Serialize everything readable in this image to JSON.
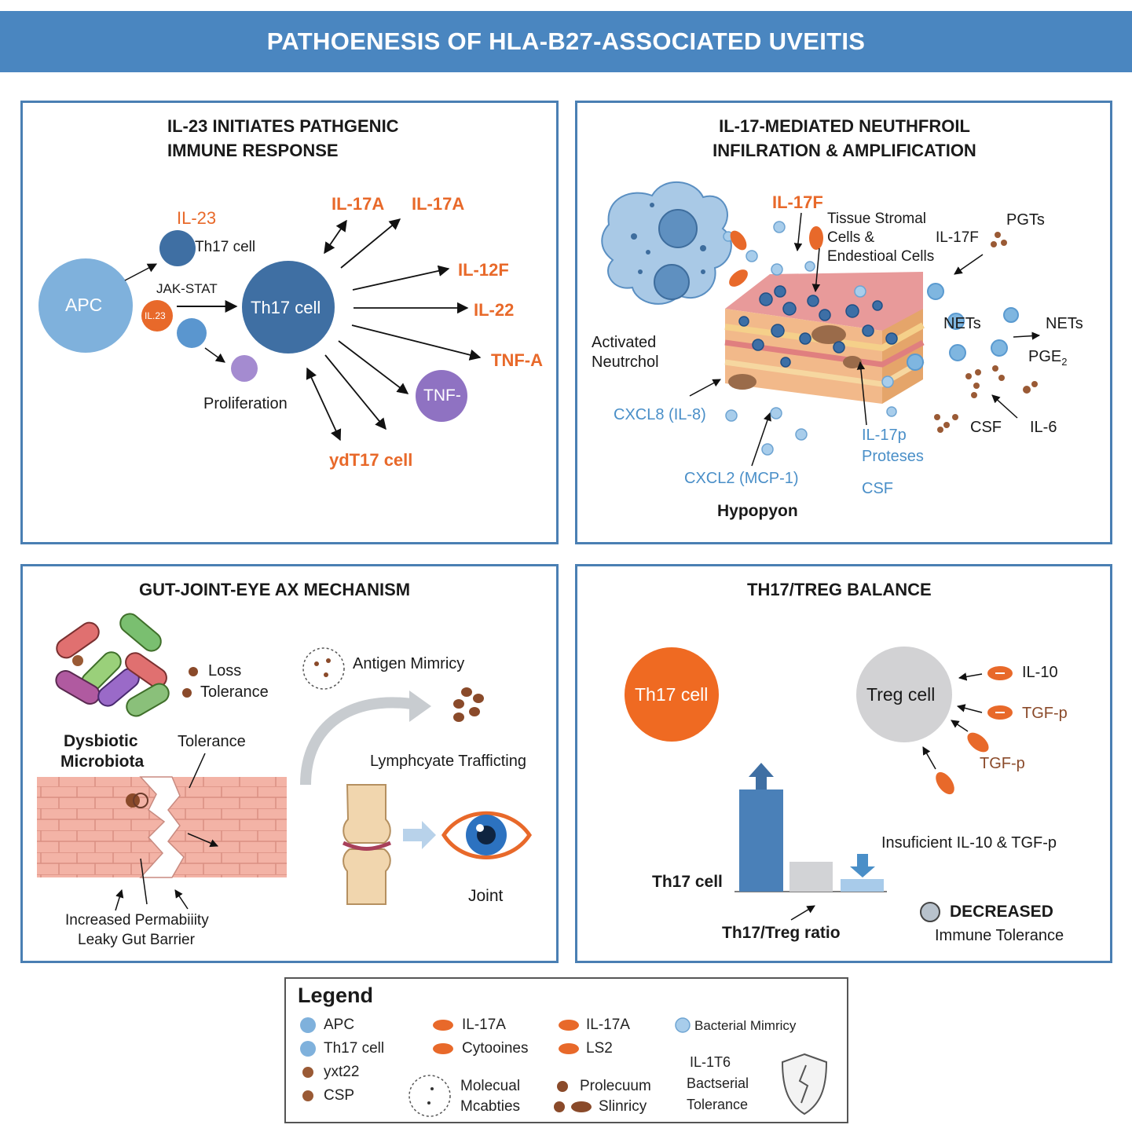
{
  "title": "PATHOENESIS OF HLA-B27-ASSOCIATED UVEITIS",
  "colors": {
    "banner": "#4a86c0",
    "border": "#4a7fb3",
    "orange": "#e8692a",
    "blue": "#4a8fc8",
    "dark_blue": "#3f6fa3",
    "purple": "#8f72c2",
    "brown": "#8a4a2a"
  },
  "panel1": {
    "title_line1": "IL-23 INITIATES PATHGENIC",
    "title_line2": "IMMUNE RESPONSE",
    "apc": "APC",
    "il23_top": "IL-23",
    "th17_small": "Th17 cell",
    "jak": "JAK-STAT",
    "il23_badge": "IL.23",
    "th17_big": "Th17 cell",
    "proliferation": "Proliferation",
    "il17a_1": "IL-17A",
    "il17a_2": "IL-17A",
    "il12f": "IL-12F",
    "il22": "IL-22",
    "tnfa": "TNF-A",
    "tnf": "TNF-",
    "ydt17": "ydT17 cell"
  },
  "panel2": {
    "title_line1": "IL-17-MEDIATED NEUTHFROIL",
    "title_line2": "INFILRATION & AMPLIFICATION",
    "il17f_top": "IL-17F",
    "stromal1": "Tissue Stromal",
    "stromal2": "Cells &",
    "stromal3": "Endestioal Cells",
    "il17f_right": "IL-17F",
    "pgts": "PGTs",
    "activated1": "Activated",
    "activated2": "Neutrchol",
    "nets1": "NETs",
    "nets2": "NETs",
    "pge2": "PGE",
    "pge2_sub": "2",
    "cxcl8": "CXCL8 (IL-8)",
    "il17p": "IL-17p",
    "proteses": "Proteses",
    "csf_right": "CSF",
    "il6": "IL-6",
    "cxcl2": "CXCL2 (MCP-1)",
    "csf_bottom": "CSF",
    "hypopyon": "Hypopyon"
  },
  "panel3": {
    "title": "GUT-JOINT-EYE AX MECHANISM",
    "loss": "Loss",
    "tolerance1": "Tolerance",
    "antigen": "Antigen Mimricy",
    "dysbiotic1": "Dysbiotic",
    "dysbiotic2": "Microbiota",
    "tolerance2": "Tolerance",
    "lymph": "Lymphcyate Trafficting",
    "joint": "Joint",
    "perm1": "Increased Permabiiity",
    "perm2": "Leaky Gut Barrier"
  },
  "panel4": {
    "title": "TH17/TREG BALANCE",
    "th17": "Th17 cell",
    "treg": "Treg cell",
    "il10": "IL-10",
    "tgf1": "TGF-p",
    "tgf2": "TGF-p",
    "insufficient": "Insuficient IL-10 & TGF-p",
    "th17_bar": "Th17 cell",
    "ratio": "Th17/Treg ratio",
    "decreased": "DECREASED",
    "immune": "Immune Tolerance"
  },
  "legend": {
    "title": "Legend",
    "c1": [
      "APC",
      "Th17 cell",
      "yxt22",
      "CSP"
    ],
    "c2": [
      "IL-17A",
      "Cytooines"
    ],
    "c2b": [
      "Molecual",
      "Mcabties"
    ],
    "c3": [
      "IL-17A",
      "LS2"
    ],
    "c3b": [
      "Prolecuum",
      "Slinricy"
    ],
    "c4": "Bacterial Mimricy",
    "c4b": [
      "IL-1T6",
      "Bactserial",
      "Tolerance"
    ]
  }
}
